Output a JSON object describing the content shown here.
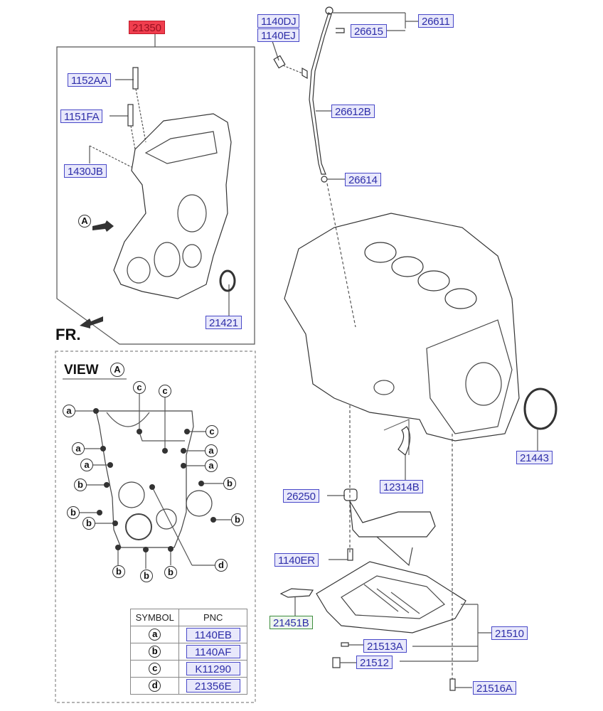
{
  "main_assembly": {
    "pnc": "21350"
  },
  "labels": {
    "l1152AA": "1152AA",
    "l1151FA": "1151FA",
    "l1430JB": "1430JB",
    "l21421": "21421",
    "l1140DJ": "1140DJ",
    "l1140EJ": "1140EJ",
    "l26615": "26615",
    "l26611": "26611",
    "l26612B": "26612B",
    "l26614": "26614",
    "l21443": "21443",
    "l12314B": "12314B",
    "l26250": "26250",
    "l1140ER": "1140ER",
    "l21451B": "21451B",
    "l21510": "21510",
    "l21513A": "21513A",
    "l21512": "21512",
    "l21516A": "21516A"
  },
  "annotations": {
    "view_marker": "A",
    "front_label": "FR.",
    "view_title": "VIEW",
    "view_circle": "A"
  },
  "view_callouts": {
    "a": "a",
    "b": "b",
    "c": "c",
    "d": "d"
  },
  "symbol_table": {
    "headers": [
      "SYMBOL",
      "PNC"
    ],
    "rows": [
      {
        "symbol": "a",
        "pnc": "1140EB"
      },
      {
        "symbol": "b",
        "pnc": "1140AF"
      },
      {
        "symbol": "c",
        "pnc": "K11290"
      },
      {
        "symbol": "d",
        "pnc": "21356E"
      }
    ]
  }
}
